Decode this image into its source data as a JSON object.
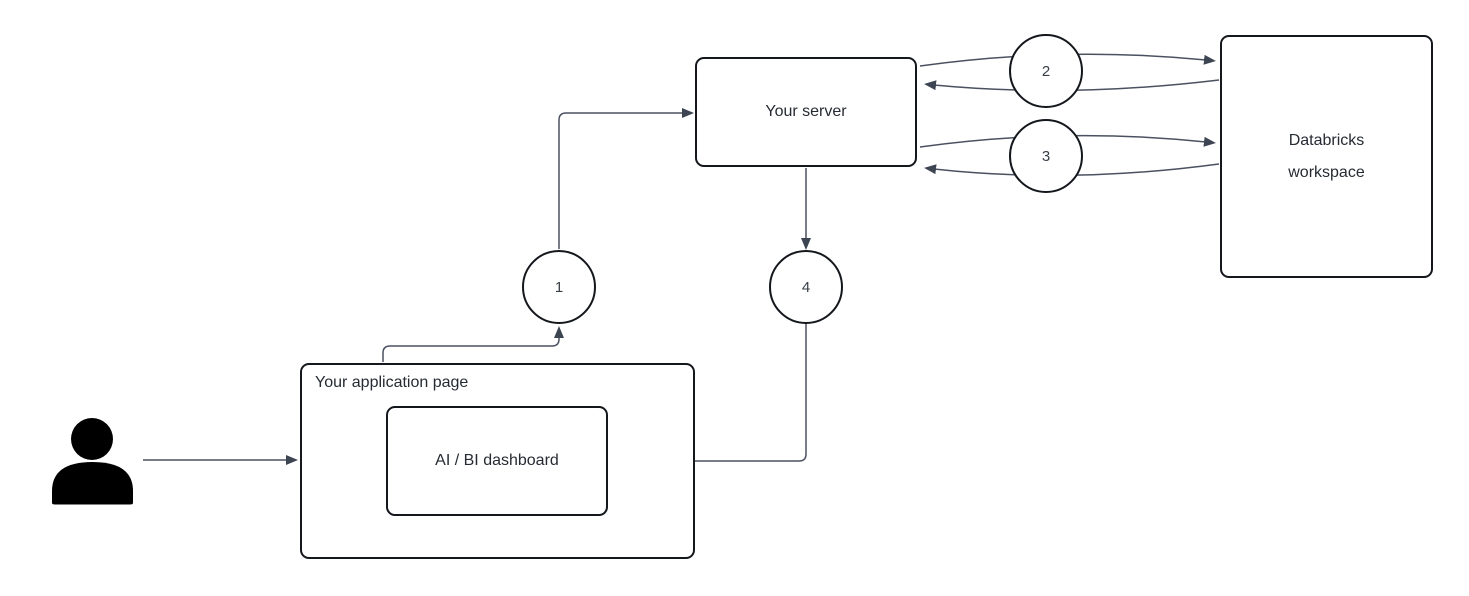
{
  "diagram": {
    "nodes": {
      "user": {
        "icon": "person-icon"
      },
      "app_page": {
        "label": "Your application page"
      },
      "dashboard": {
        "label": "AI / BI dashboard"
      },
      "server": {
        "label": "Your server"
      },
      "workspace": {
        "label_line1": "Databricks",
        "label_line2": "workspace"
      }
    },
    "steps": [
      {
        "number": "1"
      },
      {
        "number": "2"
      },
      {
        "number": "3"
      },
      {
        "number": "4"
      }
    ],
    "colors": {
      "background": "#ffffff",
      "box_border": "#14171c",
      "connector": "#4a5160",
      "arrowhead": "#3e4552",
      "text": "#262b33",
      "user_icon": "#000000"
    }
  }
}
